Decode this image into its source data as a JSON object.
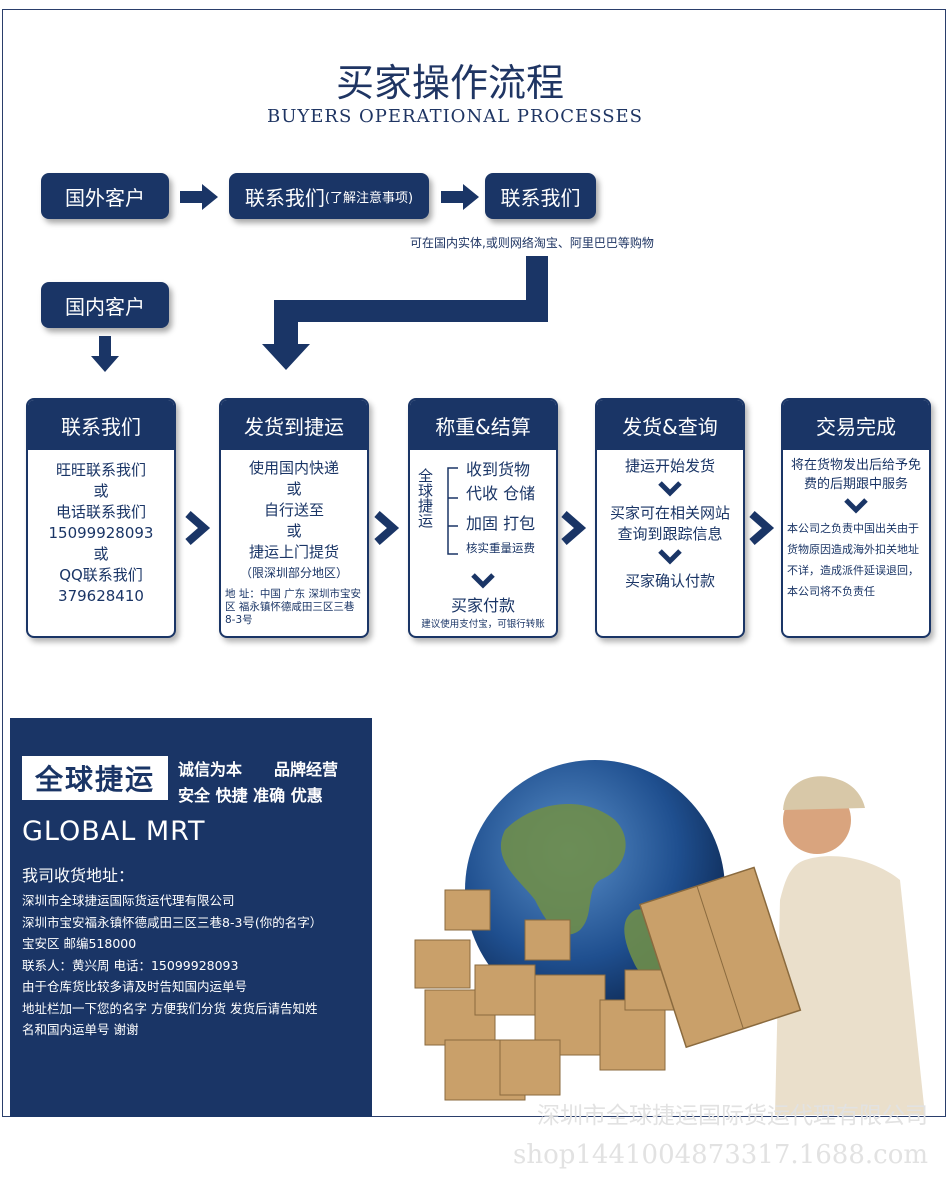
{
  "title": "买家操作流程",
  "subtitle": "BUYERS OPERATIONAL PROCESSES",
  "top_flow": {
    "foreign": "国外客户",
    "contact_notes_main": "联系我们",
    "contact_notes_small": "(了解注意事项)",
    "contact": "联系我们",
    "note": "可在国内实体,或则网络淘宝、阿里巴巴等购物",
    "domestic": "国内客户"
  },
  "steps": [
    {
      "title": "联系我们",
      "lines": [
        "旺旺联系我们",
        "或",
        "电话联系我们",
        "15099928093",
        "或",
        "QQ联系我们",
        "379628410"
      ]
    },
    {
      "title": "发货到捷运",
      "lines": [
        "使用国内快递",
        "或",
        "自行送至",
        "或",
        "捷运上门提货",
        "（限深圳部分地区）"
      ],
      "address": "地 址：中国 广东 深圳市宝安区 福永镇怀德咸田三区三巷8-3号"
    },
    {
      "title": "称重&结算",
      "side": "全球捷运",
      "items": [
        "收到货物",
        "代收 仓储",
        "加固 打包",
        "核实重量运费"
      ],
      "pay": "买家付款",
      "pay_note": "建议使用支付宝，可银行转账"
    },
    {
      "title": "发货&查询",
      "lines": [
        "捷运开始发货",
        "买家可在相关网站查询到跟踪信息",
        "买家确认付款"
      ]
    },
    {
      "title": "交易完成",
      "lines": [
        "将在货物发出后给予免费的后期跟中服务"
      ],
      "disclaimer": "本公司之负责中国出关由于货物原因造成海外扣关地址不详，造成派件延误退回，本公司将不负责任"
    }
  ],
  "panel": {
    "logo": "全球捷运",
    "slogan1": "诚信为本　　品牌经营",
    "slogan2": "安全 快捷  准确   优惠",
    "brand": "GLOBAL MRT",
    "address_heading": "我司收货地址：",
    "address_lines": [
      "深圳市全球捷运国际货运代理有限公司",
      "深圳市宝安福永镇怀德咸田三区三巷8-3号(你的名字）",
      "宝安区 邮编518000",
      "联系人：黄兴周 电话：15099928093",
      "由于仓库货比较多请及时告知国内运单号",
      "地址栏加一下您的名字 方便我们分货  发货后请告知姓",
      "名和国内运单号 谢谢"
    ]
  },
  "watermark": {
    "company": "深圳市全球捷运国际货运代理有限公司",
    "shop": "shop1441004873317.1688.com"
  },
  "colors": {
    "navy": "#1a3566",
    "white": "#ffffff"
  }
}
